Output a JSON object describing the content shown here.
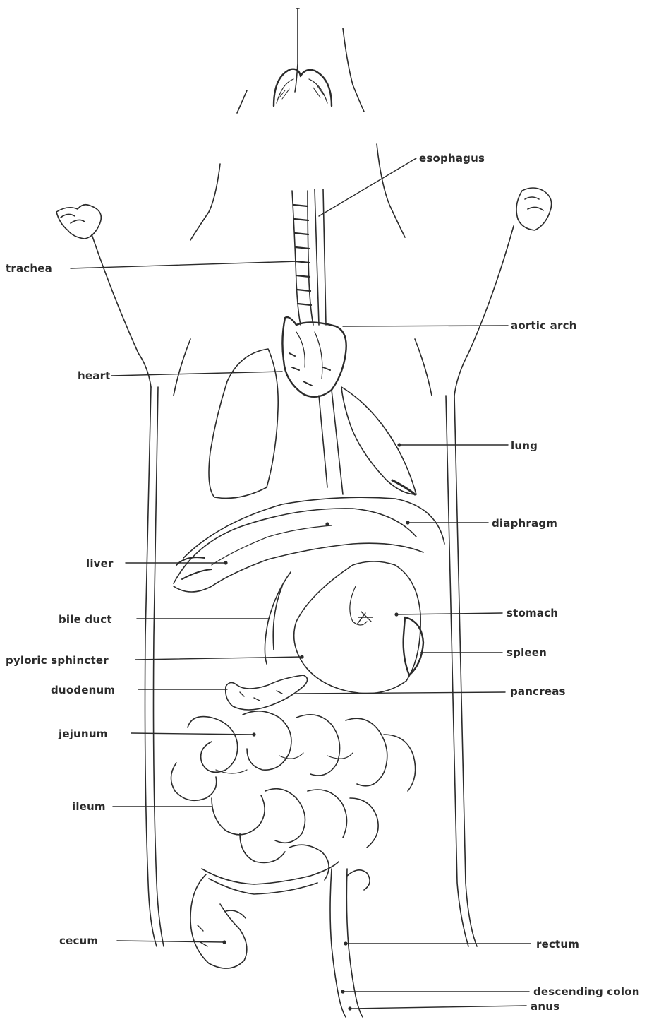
{
  "diagram": {
    "labels": {
      "esophagus": "esophagus",
      "trachea": "trachea",
      "aortic_arch": "aortic arch",
      "heart": "heart",
      "lung": "lung",
      "diaphragm": "diaphragm",
      "liver": "liver",
      "bile_duct": "bile duct",
      "stomach": "stomach",
      "spleen": "spleen",
      "pyloric_sphincter": "pyloric sphincter",
      "duodenum": "duodenum",
      "pancreas": "pancreas",
      "jejunum": "jejunum",
      "ileum": "ileum",
      "descending_colon": "descending colon",
      "cecum": "cecum",
      "rectum": "rectum",
      "anus": "anus"
    },
    "colors": {
      "ink": "#2b2b2b",
      "background": "#ffffff",
      "shading": "#555555"
    }
  }
}
